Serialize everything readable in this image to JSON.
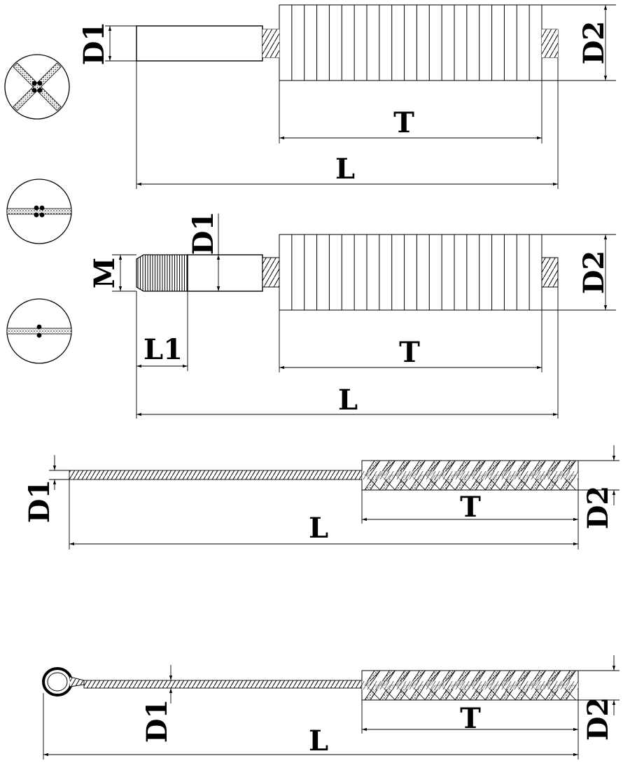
{
  "colors": {
    "line": "#000000",
    "background": "#ffffff"
  },
  "brush_1": {
    "d1": "D1",
    "d2": "D2",
    "t": "T",
    "l": "L"
  },
  "brush_2": {
    "m": "M",
    "l1": "L1",
    "d1": "D1",
    "d2": "D2",
    "t": "T",
    "l": "L"
  },
  "brush_3": {
    "d1": "D1",
    "d2": "D2",
    "t": "T",
    "l": "L"
  },
  "brush_4": {
    "d1": "D1",
    "d2": "D2",
    "t": "T",
    "l": "L"
  },
  "cross_sections": [
    {
      "name": "four-strand-cross",
      "icon": "x-cross-section"
    },
    {
      "name": "flat-two-strand",
      "icon": "horizontal-bar-4-dots"
    },
    {
      "name": "flat-single",
      "icon": "horizontal-bar-2-dots"
    }
  ]
}
